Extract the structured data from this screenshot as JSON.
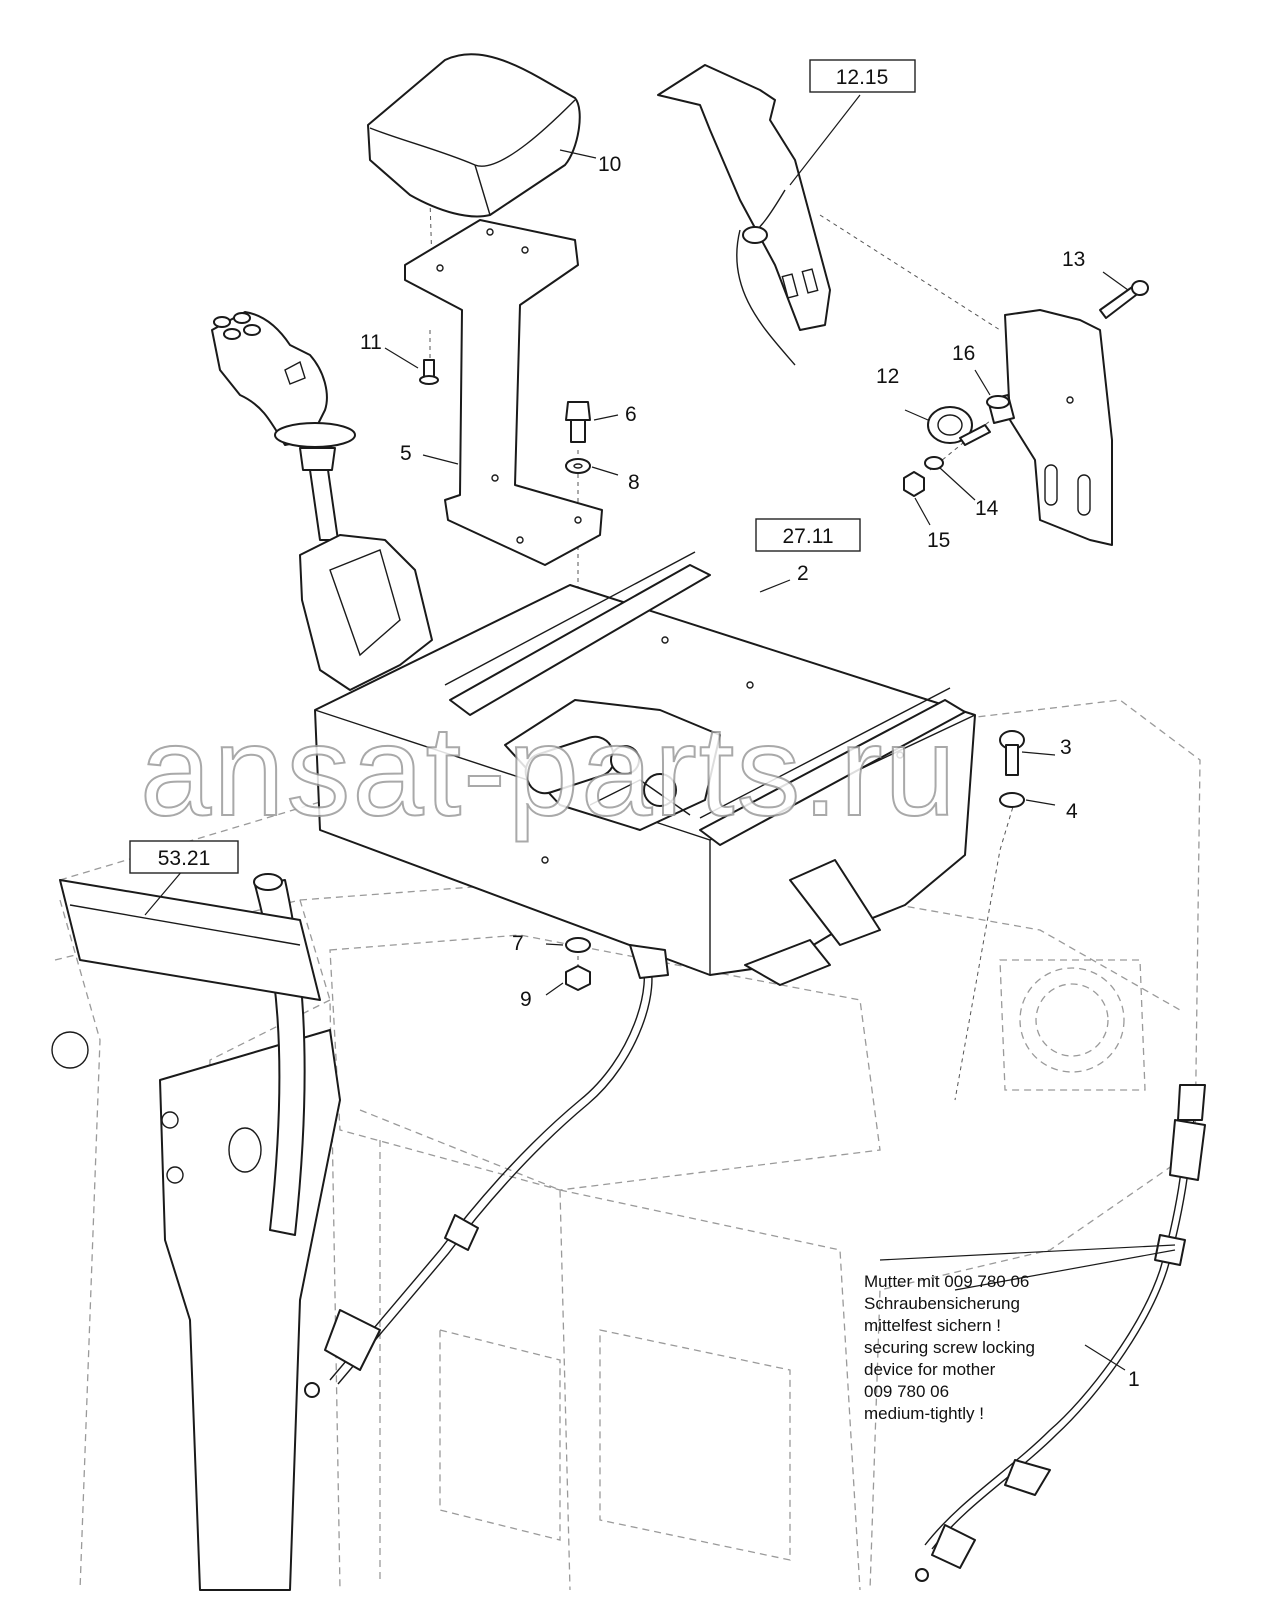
{
  "callouts": [
    {
      "id": "1",
      "label": "1"
    },
    {
      "id": "2",
      "label": "2"
    },
    {
      "id": "3",
      "label": "3"
    },
    {
      "id": "4",
      "label": "4"
    },
    {
      "id": "5",
      "label": "5"
    },
    {
      "id": "6",
      "label": "6"
    },
    {
      "id": "7",
      "label": "7"
    },
    {
      "id": "8",
      "label": "8"
    },
    {
      "id": "9",
      "label": "9"
    },
    {
      "id": "10",
      "label": "10"
    },
    {
      "id": "11",
      "label": "11"
    },
    {
      "id": "12",
      "label": "12"
    },
    {
      "id": "13",
      "label": "13"
    },
    {
      "id": "14",
      "label": "14"
    },
    {
      "id": "15",
      "label": "15"
    },
    {
      "id": "16",
      "label": "16"
    }
  ],
  "references": [
    {
      "id": "ref-12-15",
      "label": "12.15"
    },
    {
      "id": "ref-27-11",
      "label": "27.11"
    },
    {
      "id": "ref-53-21",
      "label": "53.21"
    }
  ],
  "note": {
    "lines": [
      "Mutter mit 009 780 06",
      "Schraubensicherung",
      "mittelfest sichern !",
      "securing screw locking",
      "device for mother",
      "009 780 06",
      "medium-tightly !"
    ]
  },
  "watermark": "ansat-parts.ru"
}
